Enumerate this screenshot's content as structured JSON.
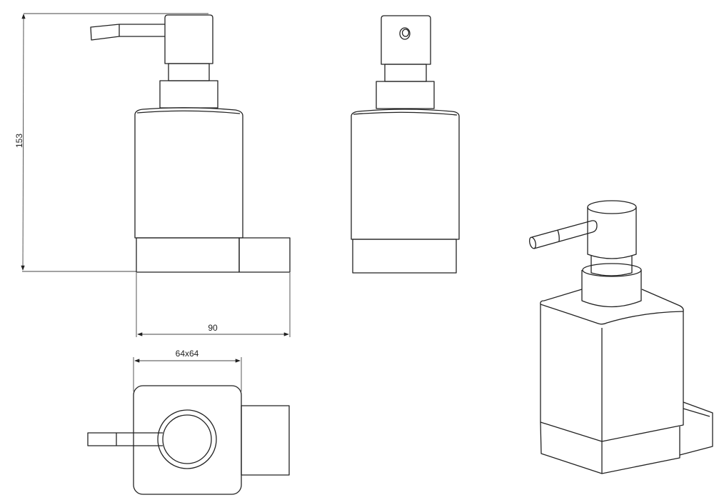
{
  "drawing": {
    "views": [
      "side-view",
      "front-view",
      "top-view",
      "isometric-view"
    ],
    "dimensions": {
      "height": "153",
      "depth": "90",
      "body_section": "64x64"
    },
    "line_color": "#222222",
    "background": "#ffffff"
  }
}
